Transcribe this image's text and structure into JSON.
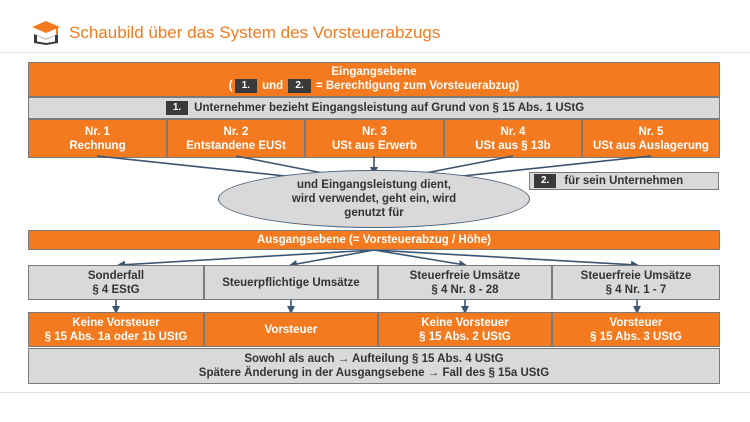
{
  "header": {
    "title": "Schaubild über das System des Vorsteuerabzugs",
    "logo_icon": "book-cap-icon"
  },
  "eingang": {
    "title": "Eingangsebene",
    "paren_open": "(",
    "badge1": "1.",
    "und": "und",
    "badge2": "2.",
    "berechtigung": "= Berechtigung zum Vorsteuerabzug)"
  },
  "step1": {
    "badge": "1.",
    "text": "Unternehmer bezieht Eingangsleistung auf Grund von § 15 Abs. 1 UStG"
  },
  "nummern": [
    {
      "title": "Nr. 1",
      "sub": "Rechnung"
    },
    {
      "title": "Nr. 2",
      "sub": "Entstandene EUSt"
    },
    {
      "title": "Nr. 3",
      "sub": "USt aus Erwerb"
    },
    {
      "title": "Nr. 4",
      "sub": "USt aus § 13b"
    },
    {
      "title": "Nr. 5",
      "sub": "USt aus Auslagerung"
    }
  ],
  "ellipse": {
    "line1": "und Eingangsleistung dient,",
    "line2": "wird verwendet, geht ein, wird",
    "line3": "genutzt für"
  },
  "step2": {
    "badge": "2.",
    "text": "für sein Unternehmen"
  },
  "ausgang": {
    "title": "Ausgangsebene (= Vorsteuerabzug / Höhe)"
  },
  "umsaetze": [
    {
      "line1": "Sonderfall",
      "line2": "§ 4 EStG"
    },
    {
      "line1": "Steuerpflichtige Umsätze",
      "line2": ""
    },
    {
      "line1": "Steuerfreie Umsätze",
      "line2": "§ 4 Nr. 8 - 28"
    },
    {
      "line1": "Steuerfreie Umsätze",
      "line2": "§ 4 Nr. 1 - 7"
    }
  ],
  "ergebnisse": [
    {
      "line1": "Keine Vorsteuer",
      "line2": "§ 15 Abs. 1a oder 1b UStG"
    },
    {
      "line1": "Vorsteuer",
      "line2": ""
    },
    {
      "line1": "Keine Vorsteuer",
      "line2": "§ 15 Abs. 2 UStG"
    },
    {
      "line1": "Vorsteuer",
      "line2": "§ 15 Abs. 3 UStG"
    }
  ],
  "footer": {
    "line1": "Sowohl als auch → Aufteilung § 15 Abs. 4 UStG",
    "line2": "Spätere Änderung in der Ausgangsebene → Fall des § 15a UStG"
  },
  "colors": {
    "orange": "#f47a1f",
    "grey": "#d9d9d9",
    "dark": "#3a3a3a",
    "arrow": "#3d5570"
  }
}
